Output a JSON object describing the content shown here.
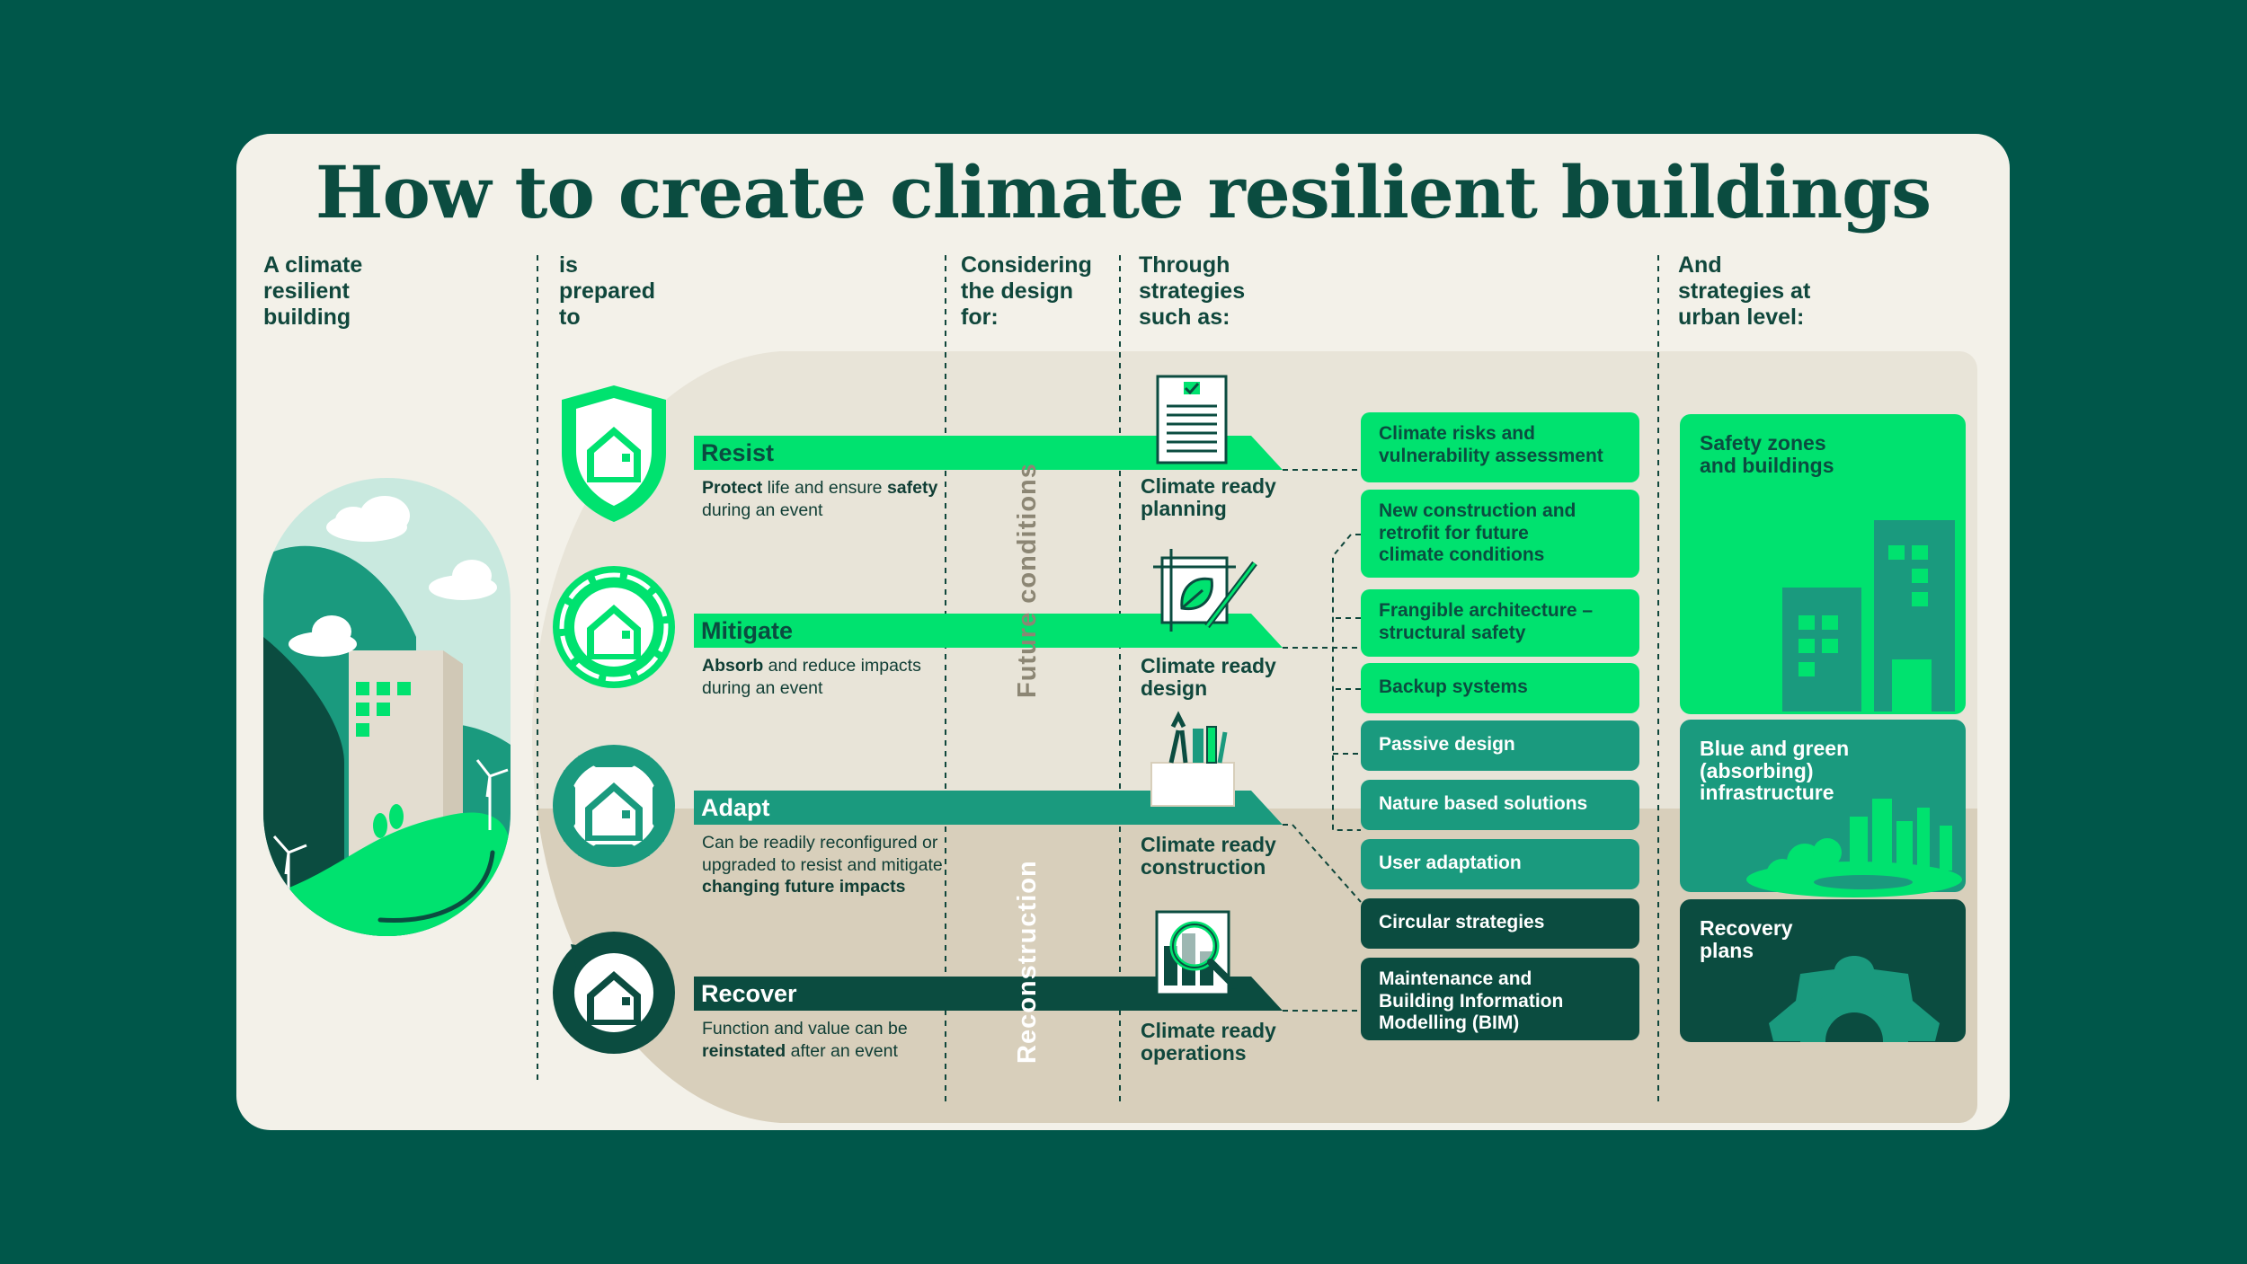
{
  "title": "How to create climate resilient buildings",
  "columns": {
    "building": "A climate\nresilient\nbuilding",
    "prepared": "is\nprepared\nto",
    "considering": "Considering\nthe design\nfor:",
    "through": "Through\nstrategies\nsuch as:",
    "urban": "And\nstrategies at\nurban level:"
  },
  "design_conditions": {
    "future": "Future conditions",
    "reconstruction": "Reconstruction"
  },
  "stages": [
    {
      "title": "Resist",
      "desc_html": "<b>Protect</b> life and ensure <b>safety</b> during an event",
      "icon": "shield-house-icon"
    },
    {
      "title": "Mitigate",
      "desc_html": "<b>Absorb</b> and reduce impacts during an event",
      "icon": "target-house-icon"
    },
    {
      "title": "Adapt",
      "desc_html": "Can be readily reconfigured or upgraded to resist and mitigate <b>changing future impacts</b>",
      "icon": "arrows-house-icon"
    },
    {
      "title": "Recover",
      "desc_html": "Function and value can be <b>reinstated</b> after an event",
      "icon": "cycle-house-icon"
    }
  ],
  "strategies": [
    {
      "label": "Climate ready\nplanning",
      "icon": "checklist-document-icon"
    },
    {
      "label": "Climate ready\ndesign",
      "icon": "leaf-drawing-icon"
    },
    {
      "label": "Climate ready\nconstruction",
      "icon": "toolbox-icon"
    },
    {
      "label": "Climate ready\noperations",
      "icon": "magnifier-chart-icon"
    }
  ],
  "approaches": [
    "Climate risks and\nvulnerability assessment",
    "New construction and\nretrofit for future\nclimate conditions",
    "Frangible architecture –\nstructural safety",
    "Backup systems",
    "Passive design",
    "Nature based solutions",
    "User adaptation",
    "Circular strategies",
    "Maintenance and\nBuilding Information\nModelling (BIM)"
  ],
  "urban_strategies": [
    {
      "label": "Safety zones\nand buildings",
      "icon": "buildings-icon"
    },
    {
      "label": "Blue and green\n(absorbing)\ninfrastructure",
      "icon": "green-city-icon"
    },
    {
      "label": "Recovery\nplans",
      "icon": "gear-icon"
    }
  ],
  "colors": {
    "bright_green": "#00e26f",
    "teal": "#1a9a7e",
    "dark_green": "#0b4c40",
    "background": "#00574a",
    "card": "#f3f1e9",
    "beige_light": "#e8e4d8",
    "beige_dark": "#d8cfbb"
  }
}
